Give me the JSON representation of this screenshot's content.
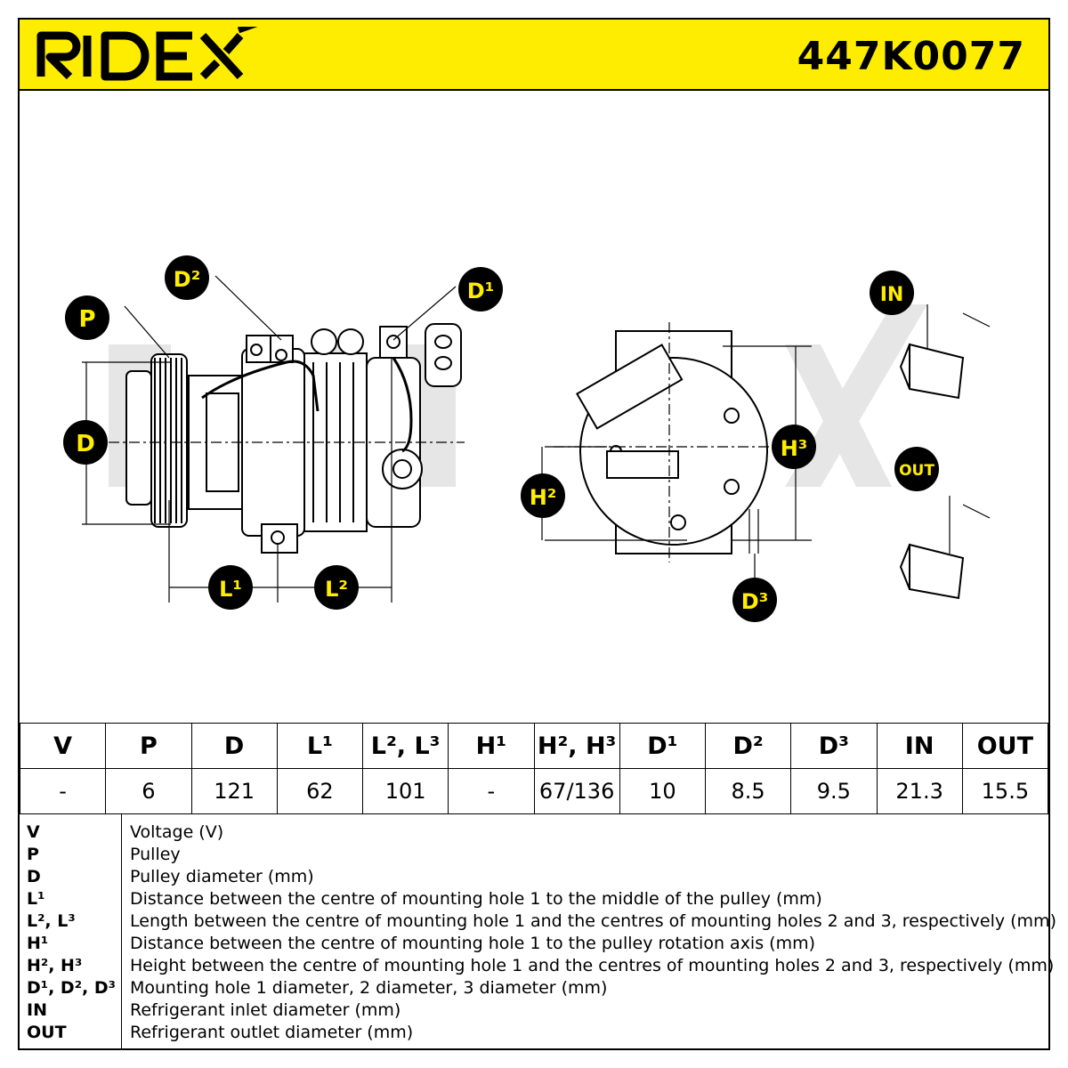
{
  "header": {
    "brand": "RIDEX",
    "part_number": "447K0077",
    "accent_color": "#ffed00"
  },
  "callouts": {
    "P": "P",
    "D": "D",
    "D2": "D²",
    "D1": "D¹",
    "L1": "L¹",
    "L2": "L²",
    "H2": "H²",
    "H3": "H³",
    "D3": "D³",
    "IN": "IN",
    "OUT": "OUT"
  },
  "table": {
    "headers": [
      "V",
      "P",
      "D",
      "L¹",
      "L², L³",
      "H¹",
      "H², H³",
      "D¹",
      "D²",
      "D³",
      "IN",
      "OUT"
    ],
    "values": [
      "-",
      "6",
      "121",
      "62",
      "101",
      "-",
      "67/136",
      "10",
      "8.5",
      "9.5",
      "21.3",
      "15.5"
    ]
  },
  "legend": [
    {
      "key": "V",
      "desc": "Voltage (V)"
    },
    {
      "key": "P",
      "desc": "Pulley"
    },
    {
      "key": "D",
      "desc": "Pulley diameter (mm)"
    },
    {
      "key": "L¹",
      "desc": "Distance between the centre of mounting hole 1 to the middle of the pulley (mm)"
    },
    {
      "key": "L², L³",
      "desc": "Length between the centre of mounting hole 1 and the centres of mounting holes 2 and 3, respectively (mm)"
    },
    {
      "key": "H¹",
      "desc": "Distance between the centre of mounting hole 1 to the pulley rotation axis (mm)"
    },
    {
      "key": "H², H³",
      "desc": "Height between the centre of mounting hole 1 and the centres of mounting holes 2 and 3, respectively (mm)"
    },
    {
      "key": "D¹, D², D³",
      "desc": "Mounting hole 1 diameter, 2 diameter, 3 diameter (mm)"
    },
    {
      "key": "IN",
      "desc": "Refrigerant inlet diameter (mm)"
    },
    {
      "key": "OUT",
      "desc": "Refrigerant outlet diameter (mm)"
    }
  ]
}
